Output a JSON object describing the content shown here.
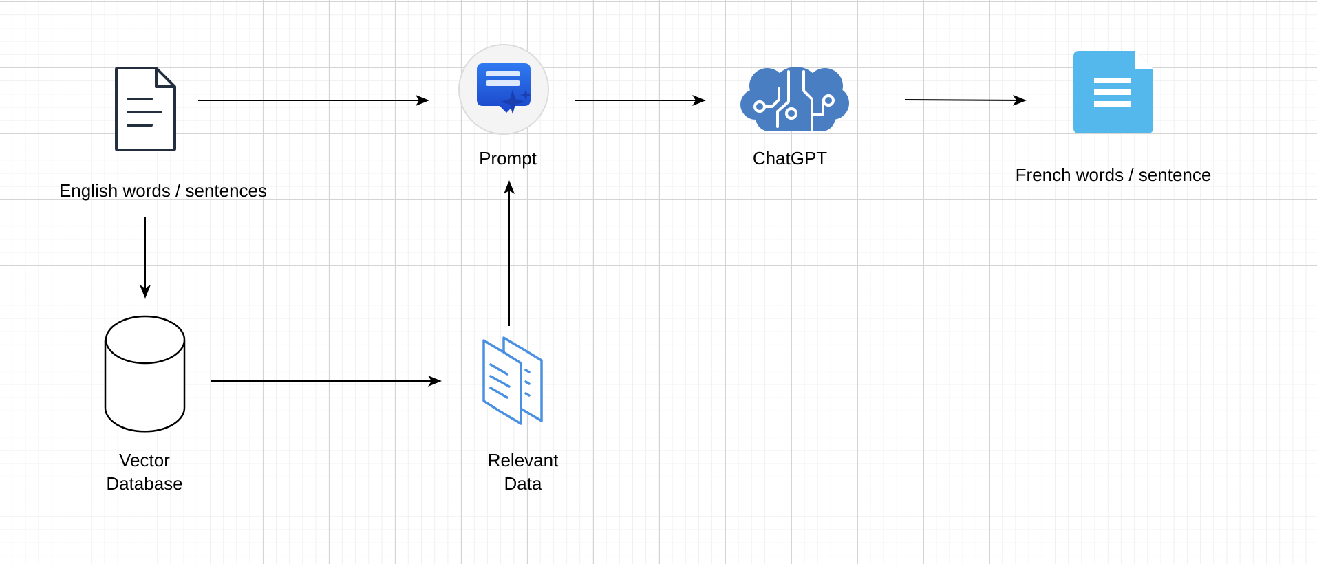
{
  "diagram": {
    "nodes": {
      "english_input": {
        "label": "English words / sentences"
      },
      "prompt": {
        "label": "Prompt"
      },
      "chatgpt": {
        "label": "ChatGPT"
      },
      "french_output": {
        "label": "French words / sentence"
      },
      "vector_db": {
        "label_lines": [
          "Vector",
          "Database"
        ]
      },
      "relevant_data": {
        "label_lines": [
          "Relevant",
          "Data"
        ]
      }
    },
    "edges": [
      {
        "from": "english_input",
        "to": "prompt"
      },
      {
        "from": "prompt",
        "to": "chatgpt"
      },
      {
        "from": "chatgpt",
        "to": "french_output"
      },
      {
        "from": "english_input",
        "to": "vector_db"
      },
      {
        "from": "vector_db",
        "to": "relevant_data"
      },
      {
        "from": "relevant_data",
        "to": "prompt"
      }
    ],
    "colors": {
      "doc_outline": "#232f3e",
      "prompt_blue": "#1f5bd8",
      "chatgpt_blue": "#4a7ec2",
      "output_doc_blue": "#55b8ec",
      "relevant_data_blue": "#4a90e2",
      "arrow": "#000000"
    }
  }
}
